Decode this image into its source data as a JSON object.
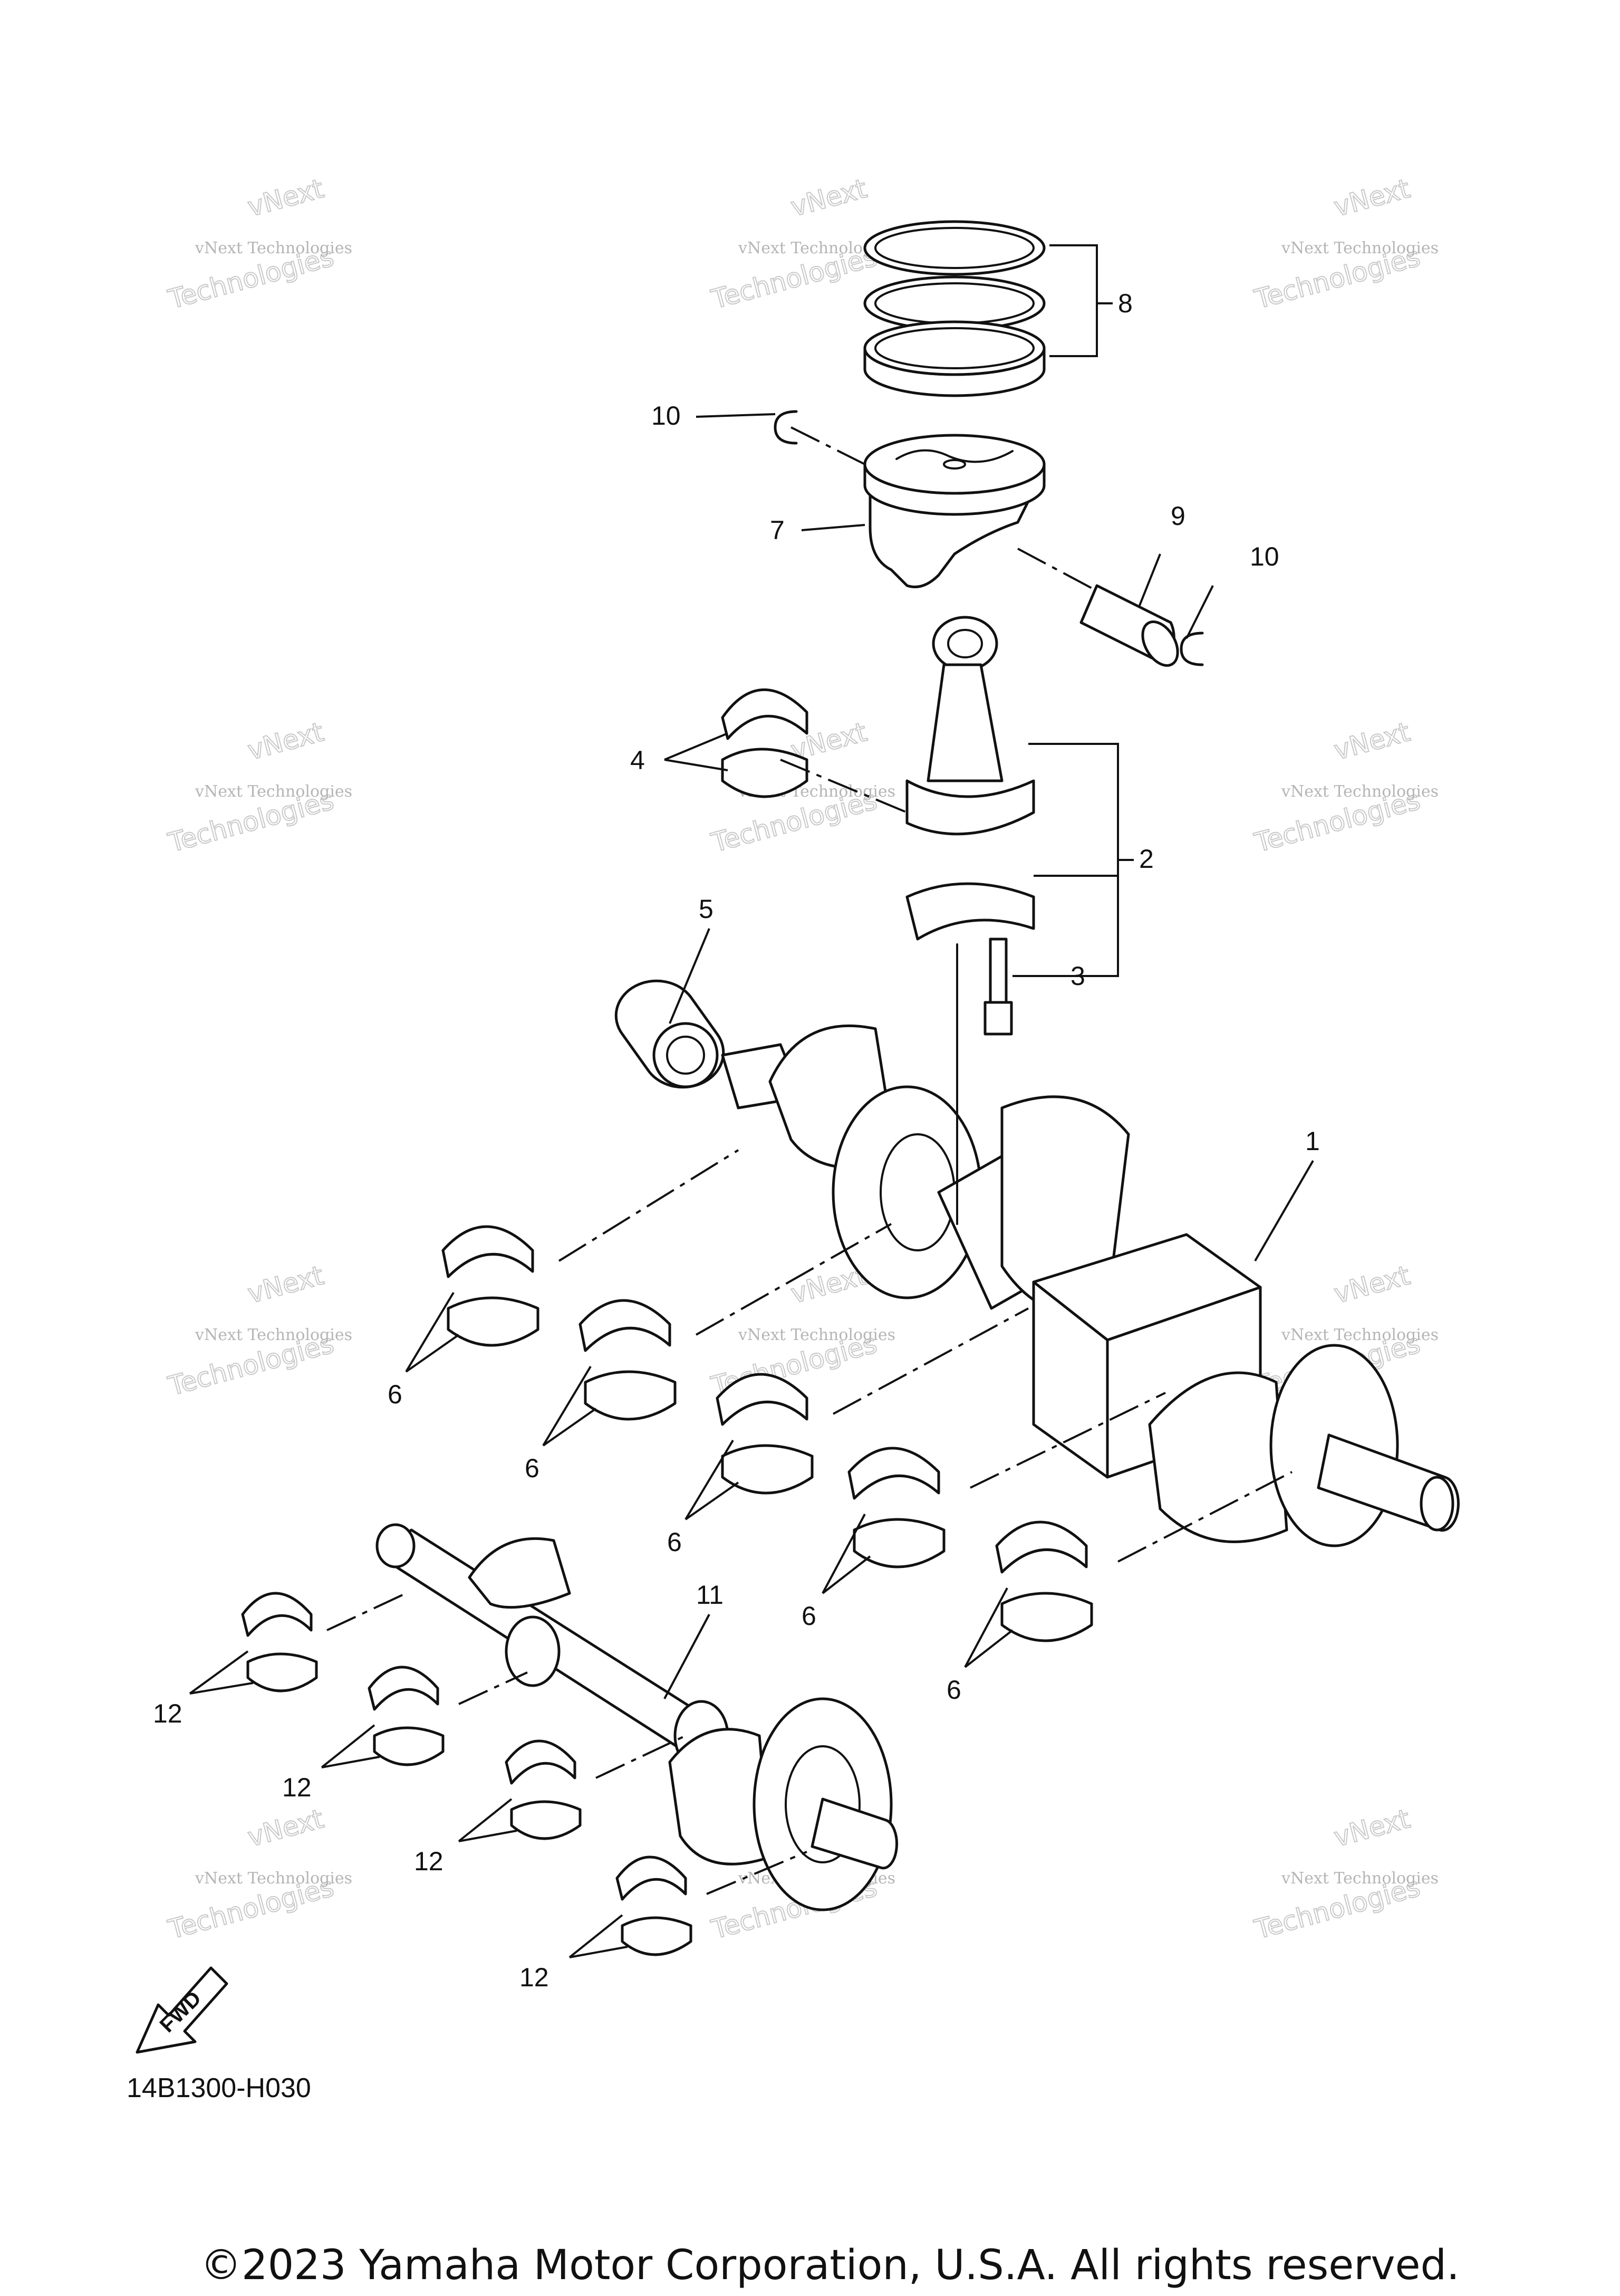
{
  "callouts": {
    "c1": "1",
    "c2": "2",
    "c3": "3",
    "c4": "4",
    "c5": "5",
    "c6a": "6",
    "c6b": "6",
    "c6c": "6",
    "c6d": "6",
    "c6e": "6",
    "c7": "7",
    "c8": "8",
    "c9": "9",
    "c10a": "10",
    "c10b": "10",
    "c11": "11",
    "c12a": "12",
    "c12b": "12",
    "c12c": "12",
    "c12d": "12"
  },
  "watermark": {
    "line1": "vNext Technologies",
    "line2": "vNext",
    "line3": "Technologies"
  },
  "fwd_label": "FWD",
  "diagram_code": "14B1300-H030",
  "copyright": "©2023 Yamaha Motor Corporation, U.S.A. All rights reserved."
}
